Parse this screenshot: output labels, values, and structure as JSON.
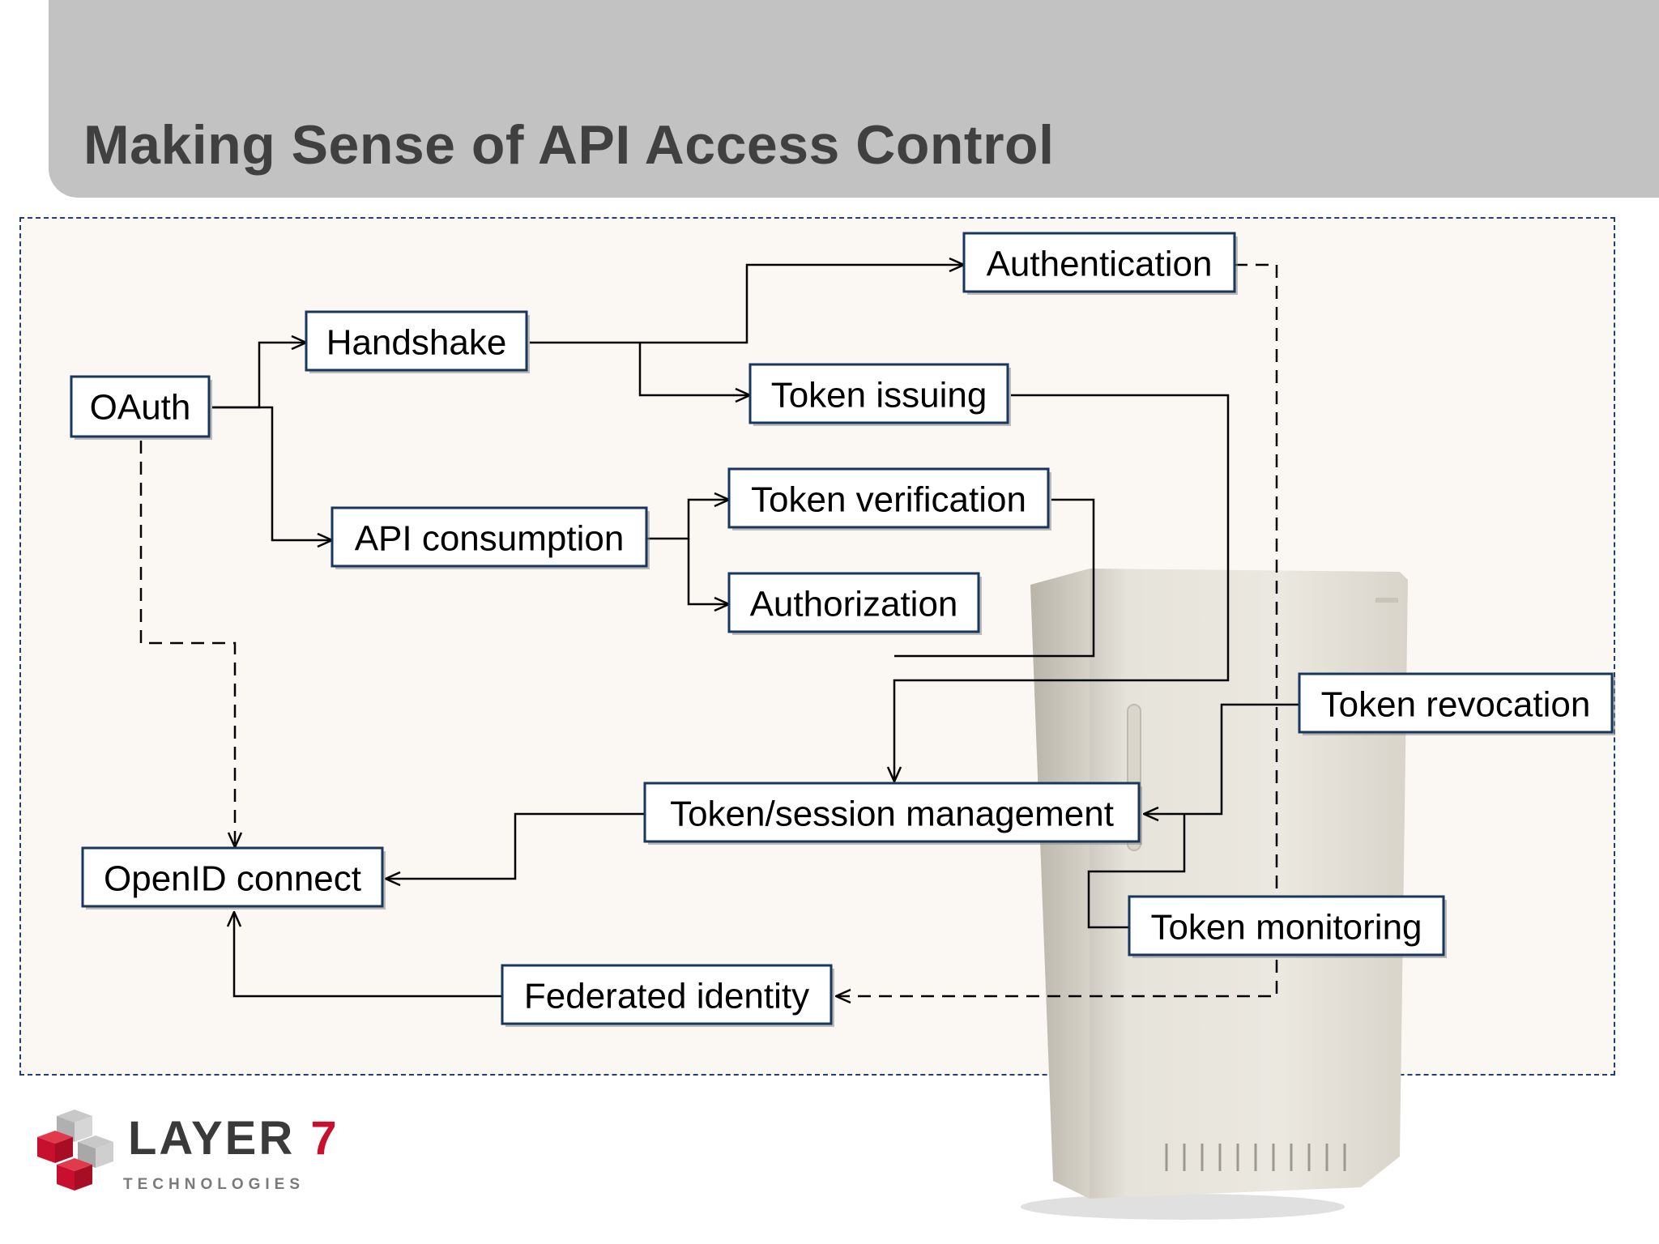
{
  "slide": {
    "title": "Making Sense of API Access Control"
  },
  "diagram": {
    "nodes": [
      {
        "id": "oauth",
        "label": "OAuth"
      },
      {
        "id": "handshake",
        "label": "Handshake"
      },
      {
        "id": "api_consumption",
        "label": "API consumption"
      },
      {
        "id": "authentication",
        "label": "Authentication"
      },
      {
        "id": "token_issuing",
        "label": "Token issuing"
      },
      {
        "id": "token_verification",
        "label": "Token verification"
      },
      {
        "id": "authorization",
        "label": "Authorization"
      },
      {
        "id": "token_revocation",
        "label": "Token revocation"
      },
      {
        "id": "token_session_management",
        "label": "Token/session management"
      },
      {
        "id": "openid_connect",
        "label": "OpenID connect"
      },
      {
        "id": "token_monitoring",
        "label": "Token monitoring"
      },
      {
        "id": "federated_identity",
        "label": "Federated identity"
      }
    ],
    "edges": [
      {
        "from": "oauth",
        "to": "handshake",
        "style": "solid"
      },
      {
        "from": "oauth",
        "to": "api_consumption",
        "style": "solid"
      },
      {
        "from": "oauth",
        "to": "openid_connect",
        "style": "dashed"
      },
      {
        "from": "handshake",
        "to": "authentication",
        "style": "solid"
      },
      {
        "from": "handshake",
        "to": "token_issuing",
        "style": "solid"
      },
      {
        "from": "api_consumption",
        "to": "token_verification",
        "style": "solid"
      },
      {
        "from": "api_consumption",
        "to": "authorization",
        "style": "solid"
      },
      {
        "from": "token_issuing",
        "to": "token_session_management",
        "style": "solid"
      },
      {
        "from": "token_verification",
        "to": "token_session_management",
        "style": "solid"
      },
      {
        "from": "token_revocation",
        "to": "token_session_management",
        "style": "solid"
      },
      {
        "from": "token_monitoring",
        "to": "token_session_management",
        "style": "solid"
      },
      {
        "from": "token_session_management",
        "to": "openid_connect",
        "style": "solid"
      },
      {
        "from": "federated_identity",
        "to": "openid_connect",
        "style": "solid"
      },
      {
        "from": "authentication",
        "to": "federated_identity",
        "style": "dashed"
      }
    ]
  },
  "background_image": {
    "icon": "refrigerator-photo"
  },
  "logo": {
    "word": "LAYER",
    "digit": "7",
    "subtitle": "TECHNOLOGIES",
    "colors": {
      "red": "#c8102e",
      "gray": "#9a9a9a"
    }
  },
  "colors": {
    "header_bg": "#c2c2c2",
    "title": "#404040",
    "panel_bg": "#fbf7f3",
    "node_border": "#17375e"
  }
}
